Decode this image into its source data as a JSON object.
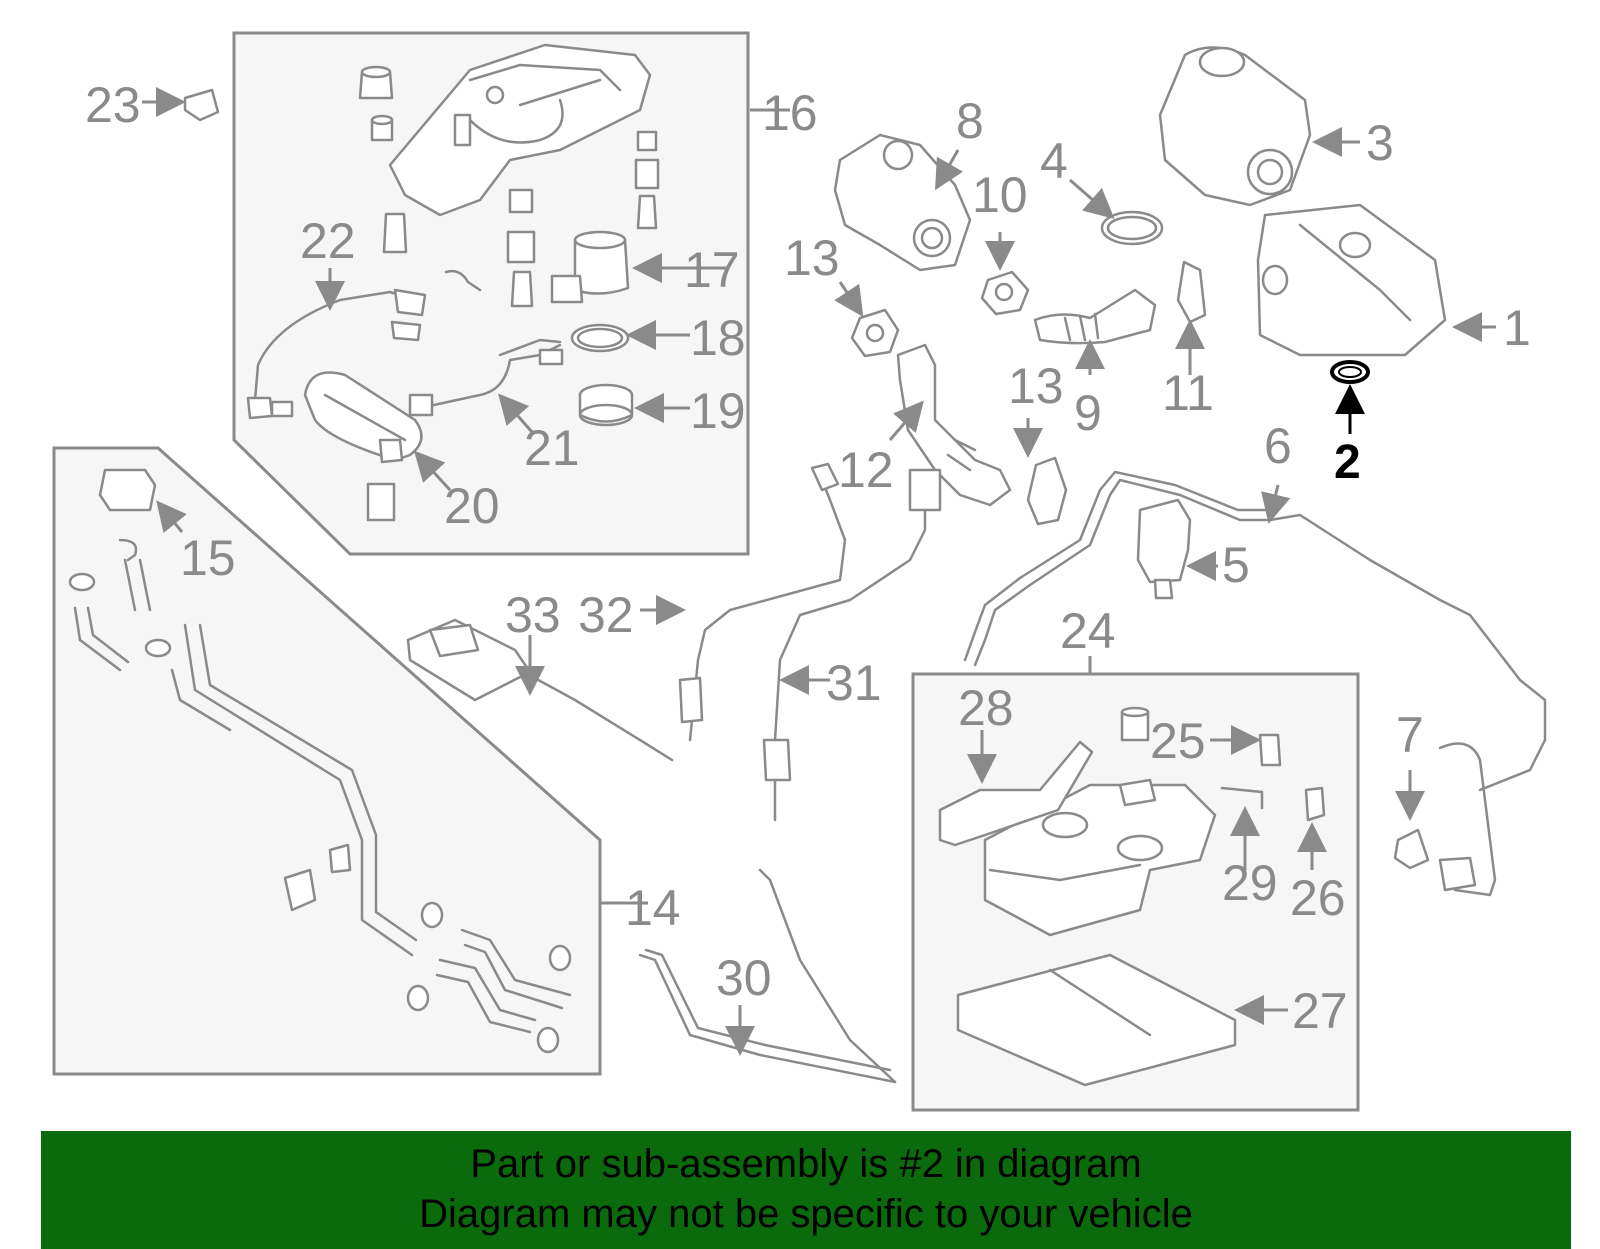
{
  "colors": {
    "line": "#8a8a8a",
    "highlight": "#000000",
    "banner_bg": "#0b6a0b",
    "box_fill": "#f6f6f6"
  },
  "callouts": {
    "c1": "1",
    "c2": "2",
    "c3": "3",
    "c4": "4",
    "c5": "5",
    "c6": "6",
    "c7": "7",
    "c8": "8",
    "c9": "9",
    "c10": "10",
    "c11": "11",
    "c12": "12",
    "c13a": "13",
    "c13b": "13",
    "c14": "14",
    "c15": "15",
    "c16": "16",
    "c17": "17",
    "c18": "18",
    "c19": "19",
    "c20": "20",
    "c21": "21",
    "c22": "22",
    "c23": "23",
    "c24": "24",
    "c25": "25",
    "c26": "26",
    "c27": "27",
    "c28": "28",
    "c29": "29",
    "c30": "30",
    "c31": "31",
    "c32": "32",
    "c33": "33"
  },
  "highlighted_part": "2",
  "banner": {
    "line1": "Part or sub-assembly is #2 in diagram",
    "line2": "Diagram may not be specific to your vehicle"
  }
}
